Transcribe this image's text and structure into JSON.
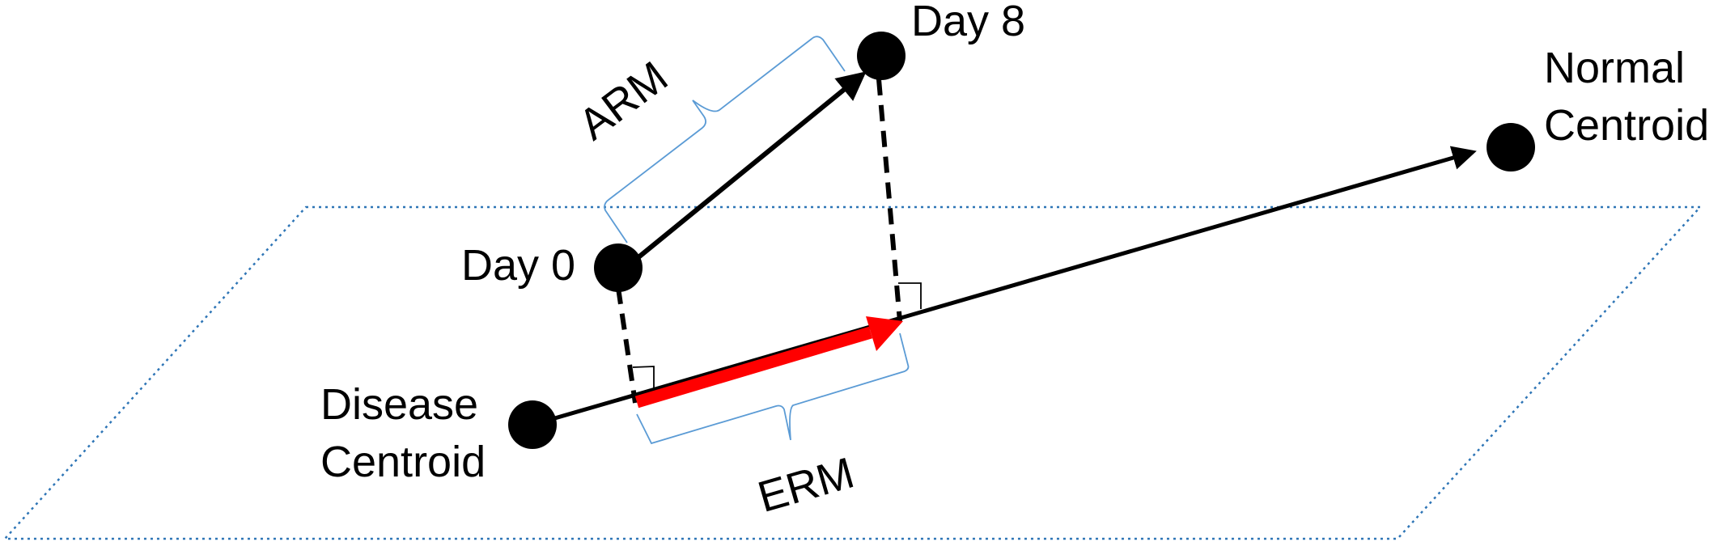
{
  "labels": {
    "day0": "Day 0",
    "day8": "Day 8",
    "disease_line1": "Disease",
    "disease_line2": "Centroid",
    "normal_line1": "Normal",
    "normal_line2": "Centroid",
    "arm": "ARM",
    "erm": "ERM"
  },
  "colors": {
    "line": "#000000",
    "node": "#000000",
    "highlight_arrow": "#ff0000",
    "brace": "#5b9bd5",
    "plane_border": "#2e75b6",
    "right_angle_mark": "#000000"
  }
}
